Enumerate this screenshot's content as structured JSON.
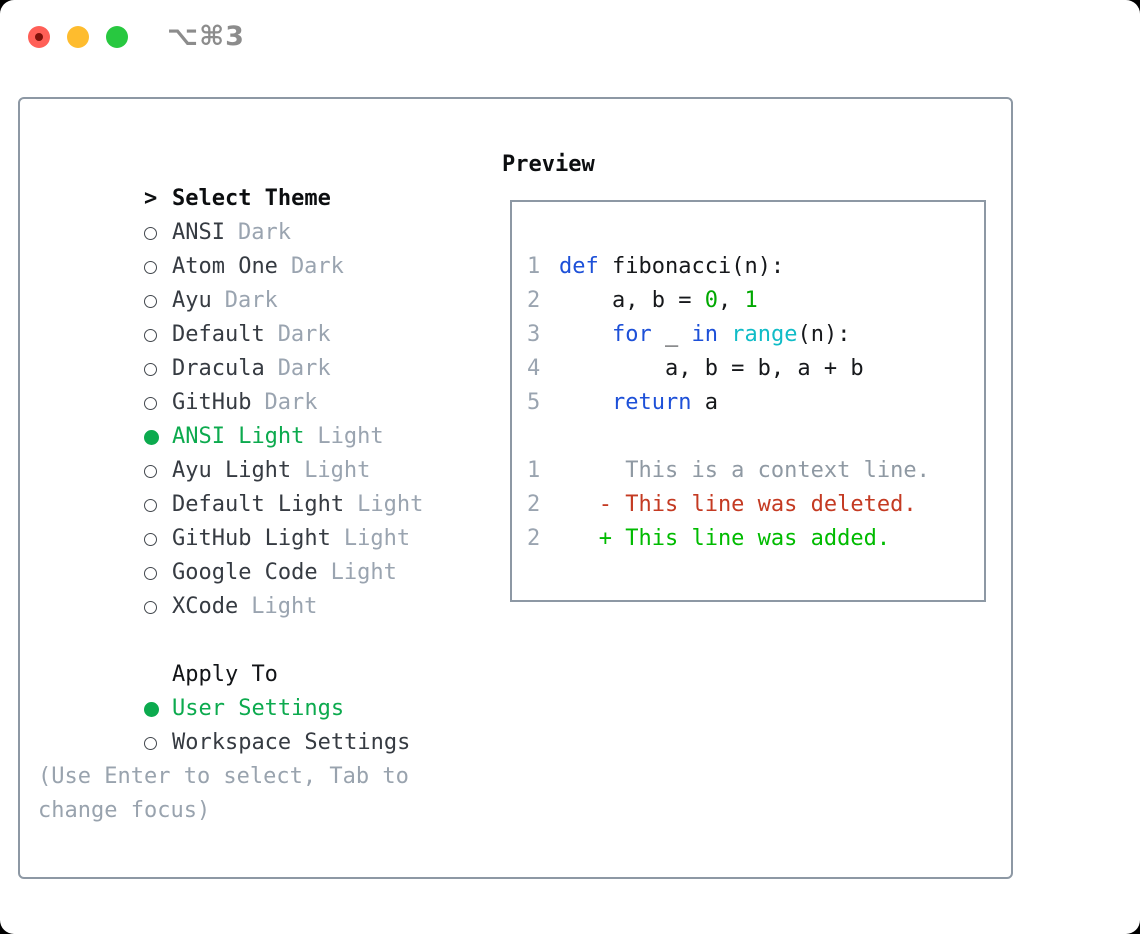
{
  "window": {
    "shortcut": "⌥⌘3",
    "traffic_colors": {
      "close": "#ff5f57",
      "minimize": "#febc2e",
      "maximize": "#28c840"
    }
  },
  "theme_list": {
    "prompt": ">",
    "title": "Select Theme",
    "items": [
      {
        "name": "ANSI",
        "tag": "Dark",
        "selected": false
      },
      {
        "name": "Atom One",
        "tag": "Dark",
        "selected": false
      },
      {
        "name": "Ayu",
        "tag": "Dark",
        "selected": false
      },
      {
        "name": "Default",
        "tag": "Dark",
        "selected": false
      },
      {
        "name": "Dracula",
        "tag": "Dark",
        "selected": false
      },
      {
        "name": "GitHub",
        "tag": "Dark",
        "selected": false
      },
      {
        "name": "ANSI Light",
        "tag": "Light",
        "selected": true
      },
      {
        "name": "Ayu Light",
        "tag": "Light",
        "selected": false
      },
      {
        "name": "Default Light",
        "tag": "Light",
        "selected": false
      },
      {
        "name": "GitHub Light",
        "tag": "Light",
        "selected": false
      },
      {
        "name": "Google Code",
        "tag": "Light",
        "selected": false
      },
      {
        "name": "XCode",
        "tag": "Light",
        "selected": false
      }
    ]
  },
  "apply_to": {
    "title": "Apply To",
    "options": [
      {
        "label": "User Settings",
        "selected": true
      },
      {
        "label": "Workspace Settings",
        "selected": false
      }
    ]
  },
  "hint": "(Use Enter to select, Tab to change focus)",
  "preview": {
    "title": "Preview",
    "colors": {
      "keyword": "#1d50d8",
      "function": "#10bcc7",
      "number": "#00a800",
      "plain": "#16181b",
      "context": "#8f99a3",
      "deleted": "#c43a22",
      "added": "#00bb00",
      "selection_green": "#0caa4e"
    },
    "lines": [
      {
        "num": "1",
        "segments": [
          {
            "t": "def",
            "c": "kw"
          },
          {
            "t": " fibonacci(n):",
            "c": "pl"
          }
        ]
      },
      {
        "num": "2",
        "segments": [
          {
            "t": "    a, b = ",
            "c": "pl"
          },
          {
            "t": "0",
            "c": "num"
          },
          {
            "t": ", ",
            "c": "pl"
          },
          {
            "t": "1",
            "c": "num"
          }
        ]
      },
      {
        "num": "3",
        "segments": [
          {
            "t": "    ",
            "c": "pl"
          },
          {
            "t": "for",
            "c": "kw"
          },
          {
            "t": " _ ",
            "c": "pl"
          },
          {
            "t": "in",
            "c": "kw"
          },
          {
            "t": " ",
            "c": "pl"
          },
          {
            "t": "range",
            "c": "fn"
          },
          {
            "t": "(n):",
            "c": "pl"
          }
        ]
      },
      {
        "num": "4",
        "segments": [
          {
            "t": "        a, b = b, a + b",
            "c": "pl"
          }
        ]
      },
      {
        "num": "5",
        "segments": [
          {
            "t": "    ",
            "c": "pl"
          },
          {
            "t": "return",
            "c": "kw"
          },
          {
            "t": " a",
            "c": "pl"
          }
        ]
      },
      {
        "num": "",
        "segments": []
      },
      {
        "num": "1",
        "segments": [
          {
            "t": "     This is a context line.",
            "c": "ctx"
          }
        ]
      },
      {
        "num": "2",
        "segments": [
          {
            "t": "   - This line was deleted.",
            "c": "del"
          }
        ]
      },
      {
        "num": "2",
        "segments": [
          {
            "t": "   + This line was added.",
            "c": "add"
          }
        ]
      }
    ]
  }
}
